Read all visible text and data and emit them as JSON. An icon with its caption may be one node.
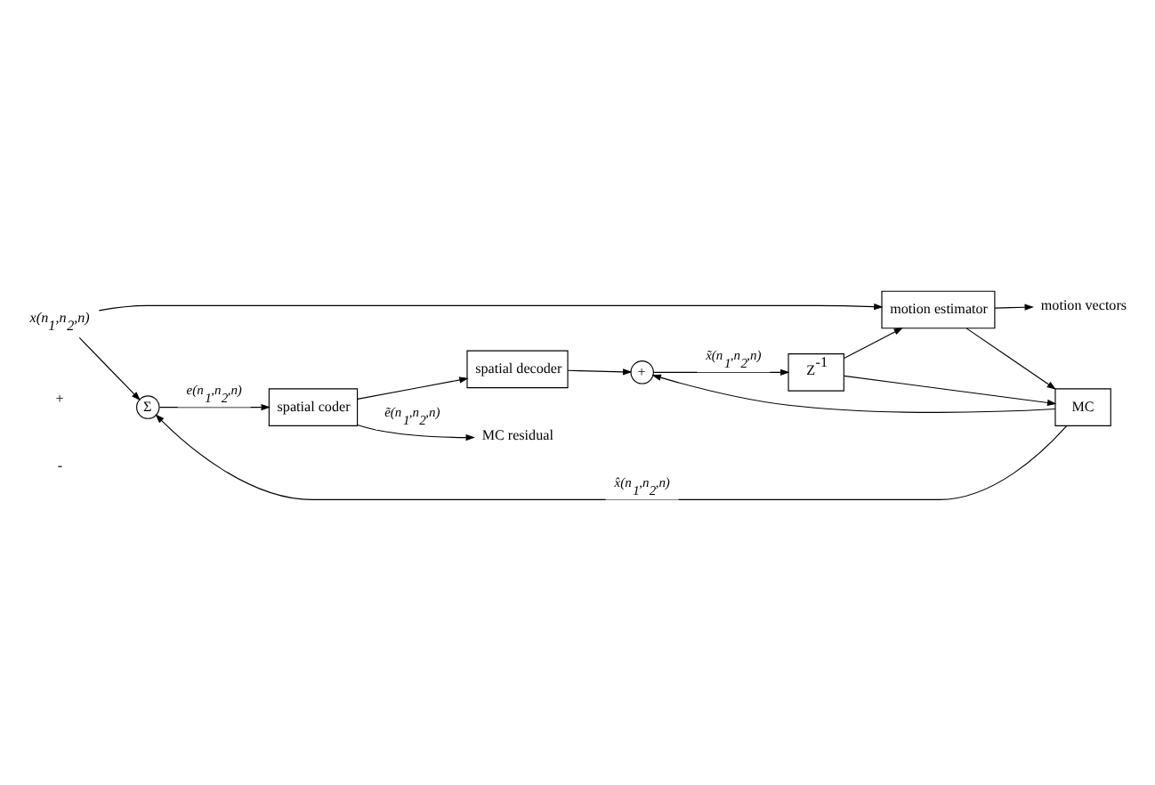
{
  "diagram": {
    "nodes": [
      {
        "text": [
          "x(n$_{1}$,n$_{2}$,n)"
        ]
      },
      {
        "text": [
          "Σ"
        ]
      },
      {
        "text": [
          "spatial coder"
        ]
      },
      {
        "text": [
          "spatial decoder"
        ]
      },
      {
        "text": [
          "+"
        ]
      },
      {
        "text": [
          "Z$^{-1}$"
        ]
      },
      {
        "text": [
          "MC"
        ]
      },
      {
        "text": [
          "motion estimator"
        ]
      },
      {
        "text": [
          "MC residual"
        ]
      },
      {
        "text": [
          "motion vectors"
        ]
      }
    ],
    "edges": [
      {
        "from": 0,
        "to": 1,
        "arrow": "to"
      },
      {
        "from": 0,
        "to": 7,
        "arrow": "to"
      },
      {
        "from": 1,
        "to": 2,
        "arrow": "to",
        "label": "e(n$_{1}$,n$_{2}$,n)"
      },
      {
        "from": 2,
        "to": 8,
        "arrow": "to",
        "label": "ẽ(n$_{1}$,n$_{2}$,n)"
      },
      {
        "from": 2,
        "to": 3,
        "arrow": "to"
      },
      {
        "from": 3,
        "to": 4,
        "arrow": "to"
      },
      {
        "from": 4,
        "to": 5,
        "arrow": "to",
        "label": "x̃(n$_{1}$,n$_{2}$,n)"
      },
      {
        "from": 5,
        "to": 6,
        "arrow": "to"
      },
      {
        "from": 5,
        "to": 7,
        "arrow": "to"
      },
      {
        "from": 6,
        "to": 1,
        "arrow": "to",
        "label": "x̂(n$_{1}$,n$_{2}$,n)"
      },
      {
        "from": 6,
        "to": 4,
        "arrow": "to"
      },
      {
        "from": 7,
        "to": 6,
        "arrow": "to"
      },
      {
        "from": 7,
        "to": 9,
        "arrow": "to"
      }
    ],
    "labels": [
      "+",
      "-"
    ]
  }
}
